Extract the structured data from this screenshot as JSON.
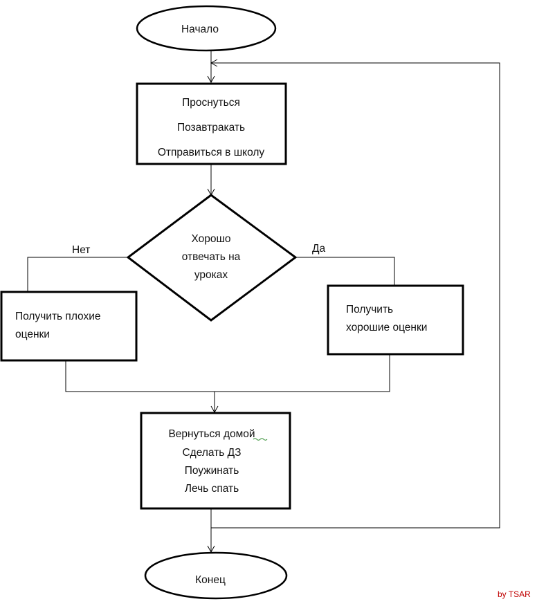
{
  "start": "Начало",
  "step1": [
    "Проснуться",
    "Позавтракать",
    "Отправиться в школу"
  ],
  "decision": [
    "Хорошо",
    "отвечать на",
    "уроках"
  ],
  "branch_no": "Нет",
  "branch_yes": "Да",
  "no_box": [
    "Получить  плохие",
    "оценки"
  ],
  "yes_box": [
    "Получить",
    "хорошие оценки"
  ],
  "step2": [
    "Вернуться домой",
    "Сделать ДЗ",
    "Поужинать",
    "Лечь спать"
  ],
  "end": "Конец",
  "credit": "by TSAR",
  "colors": {
    "credit": "#c00000",
    "line": "#000000",
    "background": "#ffffff"
  }
}
